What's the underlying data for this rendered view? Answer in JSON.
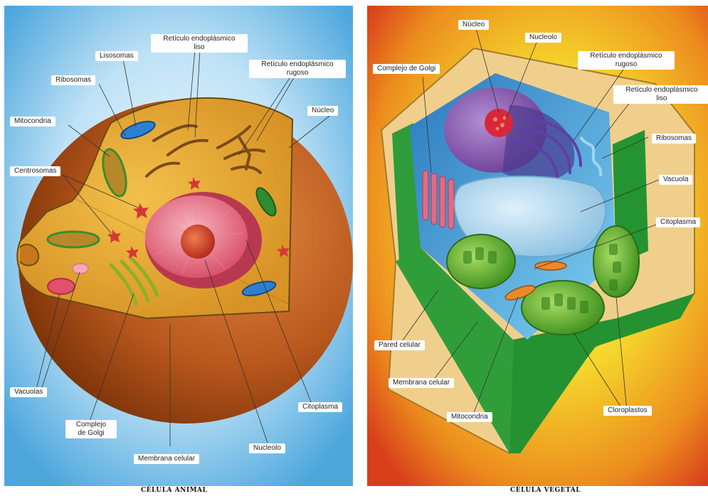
{
  "animal": {
    "caption": "CÉLULA ANIMAL",
    "labels": {
      "lisosomas": "Lisosomas",
      "reticulo_liso_1": "Retículo endoplásmico",
      "reticulo_liso_2": "liso",
      "reticulo_rugoso_1": "Retículo endoplásmico",
      "reticulo_rugoso_2": "rugoso",
      "ribosomas": "Ribosomas",
      "nucleo": "Núcleo",
      "mitocondria": "Mitocondria",
      "centrosomas": "Centrosomas",
      "vacuolas": "Vacuolas",
      "golgi_1": "Complejo",
      "golgi_2": "de Golgi",
      "citoplasma": "Citoplasma",
      "membrana": "Membrana celular",
      "nucleolo": "Nucleolo"
    },
    "colors": {
      "background": "#8ec9ec",
      "cytoplasm": "#e8ad2c",
      "membrane": "#b5581c"
    }
  },
  "plant": {
    "caption": "CÉLULA VEGETAL",
    "labels": {
      "nucleo": "Núcleo",
      "nucleolo": "Nucleolo",
      "golgi": "Complejo de Golgi",
      "reticulo_rugoso_1": "Retículo endoplásmico",
      "reticulo_rugoso_2": "rugoso",
      "reticulo_liso_1": "Retículo endoplásmico",
      "reticulo_liso_2": "liso",
      "ribosomas": "Ribosomas",
      "vacuola": "Vacuola",
      "citoplasma": "Citoplasma",
      "pared": "Pared celular",
      "membrana": "Membrana celular",
      "mitocondria": "Mitocondria",
      "cloroplastos": "Cloroplastos"
    },
    "colors": {
      "background": "#e8b21d",
      "cell_wall": "#2e9c3a",
      "cytoplasm": "#4fb3e6"
    }
  }
}
